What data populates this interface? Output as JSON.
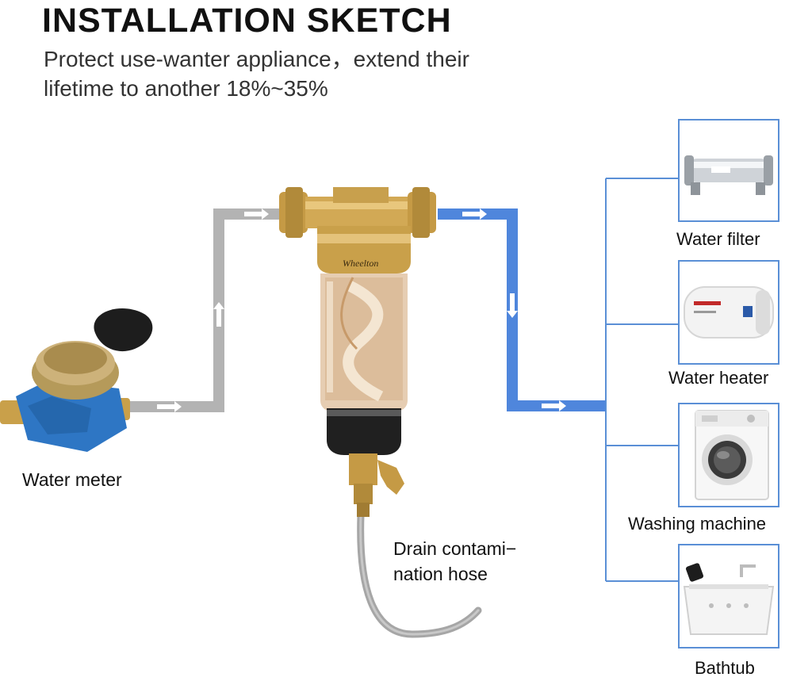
{
  "header": {
    "title": "INSTALLATION SKETCH",
    "subtitle_line1": "Protect use-wanter appliance，extend their",
    "subtitle_line2": "lifetime to another 18%~35%"
  },
  "labels": {
    "water_meter": "Water meter",
    "drain_line1": "Drain contami−",
    "drain_line2": "nation hose",
    "brand": "Wheelton"
  },
  "appliances": [
    {
      "label": "Water filter",
      "icon": "water-filter-icon"
    },
    {
      "label": "Water heater",
      "icon": "water-heater-icon"
    },
    {
      "label": "Washing machine",
      "icon": "washing-machine-icon"
    },
    {
      "label": "Bathtub",
      "icon": "bathtub-icon"
    }
  ],
  "colors": {
    "inlet_pipe": "#b3b3b3",
    "outlet_pipe": "#4f86dc",
    "branch_line": "#5a8fd6",
    "brass": "#c9a04a",
    "meter_blue": "#2e76c4"
  }
}
